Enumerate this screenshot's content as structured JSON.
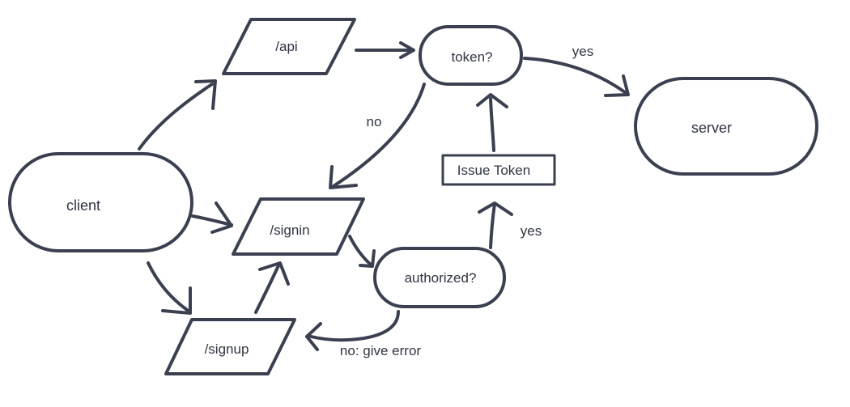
{
  "nodes": {
    "client": "client",
    "api": "/api",
    "token_check": "token?",
    "server": "server",
    "signin": "/signin",
    "signup": "/signup",
    "authorized_check": "authorized?",
    "issue_token": "Issue Token"
  },
  "edges": {
    "token_yes": "yes",
    "token_no": "no",
    "authorized_yes": "yes",
    "authorized_no": "no: give error"
  },
  "colors": {
    "stroke": "#3b4050",
    "text": "#2f3441",
    "background": "#ffffff"
  }
}
